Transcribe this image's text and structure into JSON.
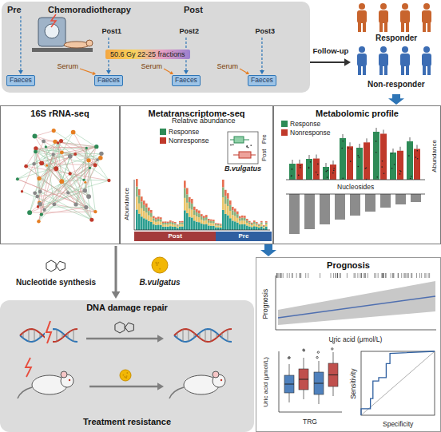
{
  "diagram": {
    "nodes": [
      {
        "text": [
          "Pre",
          "Chemoradiotherapy",
          "Post"
        ]
      },
      {
        "text": [
          "50.6 Gy 22-25 fractions"
        ],
        "in": 0
      },
      {
        "text": [
          "Faeces"
        ],
        "in": 0
      },
      {
        "text": [
          "Faeces"
        ],
        "in": 0
      },
      {
        "text": [
          "Faeces"
        ],
        "in": 0
      },
      {
        "text": [
          "Faeces"
        ],
        "in": 0
      },
      {
        "text": [
          "Responder",
          "Non-responder"
        ]
      },
      {
        "text": [
          "16S rRNA-seq"
        ]
      },
      {
        "text": [
          "Metatranscriptome-seq"
        ]
      },
      {
        "text": [
          "Metabolomic profile"
        ]
      },
      {
        "text": [
          "DNA damage repair"
        ]
      },
      {
        "text": [
          "Prognosis"
        ]
      }
    ],
    "edges": [
      {
        "from": 0,
        "to": 6,
        "label": "Follow-up",
        "arrow": "to"
      },
      {
        "from": 6,
        "to": 9,
        "arrow": "to"
      }
    ],
    "labels": [
      "Post1",
      "Post2",
      "Post3",
      "Serum",
      "Serum",
      "Serum",
      "Relative abundance",
      "B.vulgatus",
      "Abundance",
      "Pre",
      "Post",
      "Post",
      "Pre",
      "Abundance",
      "Nucleosides",
      "Nucleotide synthesis",
      "B.vulgatus",
      "Treatment resistance",
      "Prognosis",
      "Uric acid (μmol/L)",
      "Uric acid (μmol/L)",
      "TRG",
      "Sensitivity",
      "Specificity"
    ],
    "legend": [
      {
        "text": "Response",
        "color": "#2e8b57"
      },
      {
        "text": "Nonresponse",
        "color": "#c0392b"
      },
      {
        "text": "Response",
        "color": "#2e8b57"
      },
      {
        "text": "Nonresponse",
        "color": "#c0392b"
      }
    ]
  }
}
